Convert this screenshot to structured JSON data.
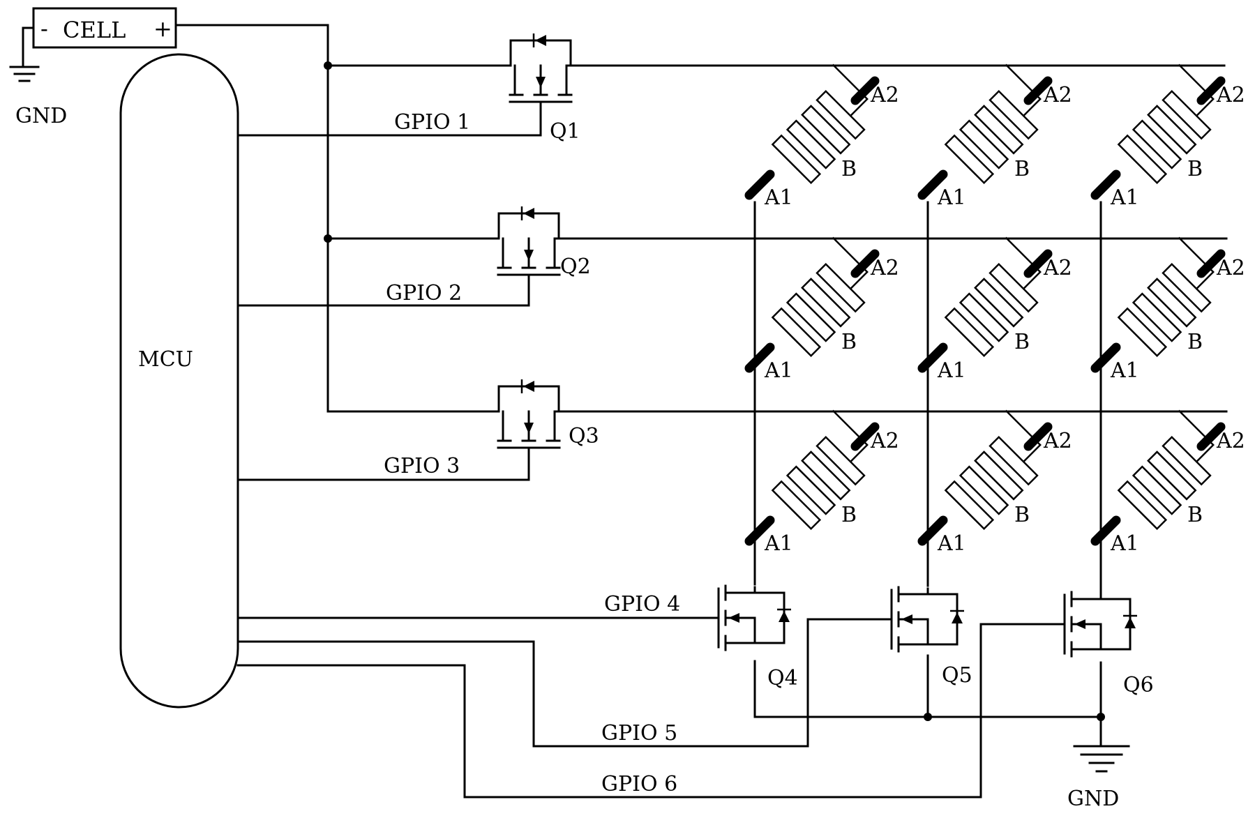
{
  "battery": {
    "label": "CELL",
    "minus": "-",
    "plus": "+"
  },
  "gnd_label": "GND",
  "mcu_label": "MCU",
  "gpio": [
    "GPIO 1",
    "GPIO 2",
    "GPIO 3",
    "GPIO 4",
    "GPIO 5",
    "GPIO 6"
  ],
  "transistors": [
    "Q1",
    "Q2",
    "Q3",
    "Q4",
    "Q5",
    "Q6"
  ],
  "cell_labels": {
    "a1": "A1",
    "a2": "A2",
    "b": "B"
  },
  "grid": {
    "rows": 3,
    "cols": 3
  }
}
